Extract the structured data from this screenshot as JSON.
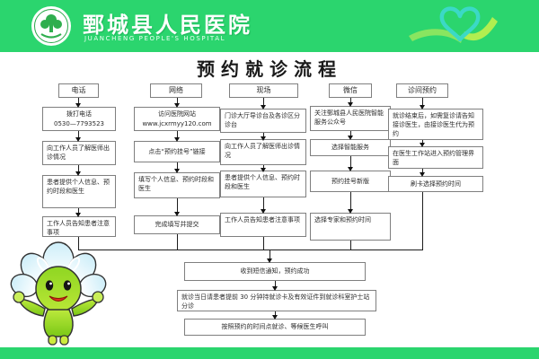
{
  "header": {
    "hospital_name": "鄄城县人民医院",
    "hospital_name_en": "JUANCHENG PEOPLE'S HOSPITAL",
    "logo_icon": "hospital-badge-logo",
    "ribbon_icon": "heart-ribbon",
    "bg_color": "#2bd56e"
  },
  "title": "预约就诊流程",
  "flowchart": {
    "columns": [
      {
        "name": "电话",
        "steps": [
          "拨打电话\n0530—7793523",
          "向工作人员了解医师出诊情况",
          "患者提供个人信息、预约时段和医生",
          "工作人员告知患者注意事项"
        ]
      },
      {
        "name": "网络",
        "steps": [
          "访问医院网站\nwww.jcxrmyy120.com",
          "点击“预约挂号”链接",
          "填写个人信息、预约时段和医生",
          "完成填写并提交"
        ]
      },
      {
        "name": "现场",
        "steps": [
          "门诊大厅导诊台及各诊区分诊台",
          "向工作人员了解医师出诊情况",
          "患者提供个人信息、预约时段和医生",
          "工作人员告知患者注意事项"
        ]
      },
      {
        "name": "微信",
        "steps": [
          "关注鄄城县人民医院智能服务公众号",
          "选择智能服务",
          "预约挂号新版",
          "选择专家和预约时间"
        ]
      },
      {
        "name": "诊间预约",
        "steps": [
          "就诊结束后，如需复诊请告知接诊医生，由接诊医生代为预约",
          "在医生工作站进入预约管理界面",
          "刷卡选择预约时间"
        ]
      }
    ],
    "shared_steps": [
      "收到短信通知，预约成功",
      "就诊当日请患者提前 30 分钟持就诊卡及有效证件到就诊科室护士站分诊",
      "按照预约的时间点就诊、等候医生呼叫"
    ]
  },
  "mascot_icon": "flower-mascot",
  "colors": {
    "green": "#2bd56e",
    "box_border": "#7f7f7f",
    "heart_teal": "#3bd9c6"
  }
}
